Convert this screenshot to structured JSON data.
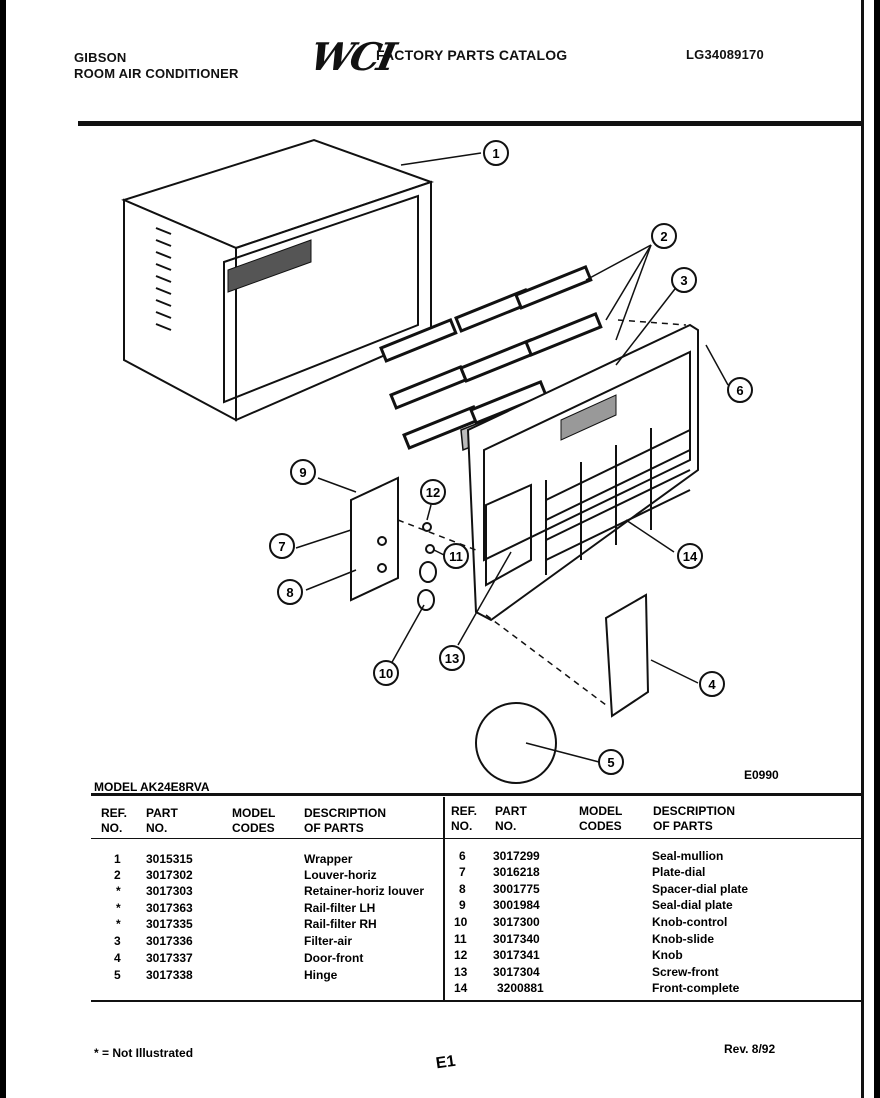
{
  "header": {
    "brand": "GIBSON",
    "product": "ROOM AIR CONDITIONER",
    "logo": "WCI",
    "catalog": "FACTORY PARTS CATALOG",
    "doc_number": "LG34089170"
  },
  "model": {
    "label": "MODEL AK24E8RVA",
    "code": "E0990"
  },
  "callouts": [
    "1",
    "2",
    "3",
    "4",
    "5",
    "6",
    "7",
    "8",
    "9",
    "10",
    "11",
    "12",
    "13",
    "14"
  ],
  "table": {
    "headers": {
      "ref": "REF. NO.",
      "part": "PART NO.",
      "codes": "MODEL CODES",
      "desc": "DESCRIPTION OF PARTS"
    },
    "left": [
      {
        "ref": "1",
        "part": "3015315",
        "desc": "Wrapper"
      },
      {
        "ref": "2",
        "part": "3017302",
        "desc": "Louver-horiz"
      },
      {
        "ref": "*",
        "part": "3017303",
        "desc": "Retainer-horiz louver"
      },
      {
        "ref": "*",
        "part": "3017363",
        "desc": "Rail-filter LH"
      },
      {
        "ref": "*",
        "part": "3017335",
        "desc": "Rail-filter RH"
      },
      {
        "ref": "3",
        "part": "3017336",
        "desc": "Filter-air"
      },
      {
        "ref": "4",
        "part": "3017337",
        "desc": "Door-front"
      },
      {
        "ref": "5",
        "part": "3017338",
        "desc": "Hinge"
      }
    ],
    "right": [
      {
        "ref": "6",
        "part": "3017299",
        "desc": "Seal-mullion"
      },
      {
        "ref": "7",
        "part": "3016218",
        "desc": "Plate-dial"
      },
      {
        "ref": "8",
        "part": "3001775",
        "desc": "Spacer-dial plate"
      },
      {
        "ref": "9",
        "part": "3001984",
        "desc": "Seal-dial plate"
      },
      {
        "ref": "10",
        "part": "3017300",
        "desc": "Knob-control"
      },
      {
        "ref": "11",
        "part": "3017340",
        "desc": "Knob-slide"
      },
      {
        "ref": "12",
        "part": "3017341",
        "desc": "Knob"
      },
      {
        "ref": "13",
        "part": "3017304",
        "desc": "Screw-front"
      },
      {
        "ref": "14",
        "part": "3200881",
        "desc": "Front-complete"
      }
    ]
  },
  "footer": {
    "note": "* = Not Illustrated",
    "page": "E1",
    "revision": "Rev. 8/92"
  }
}
